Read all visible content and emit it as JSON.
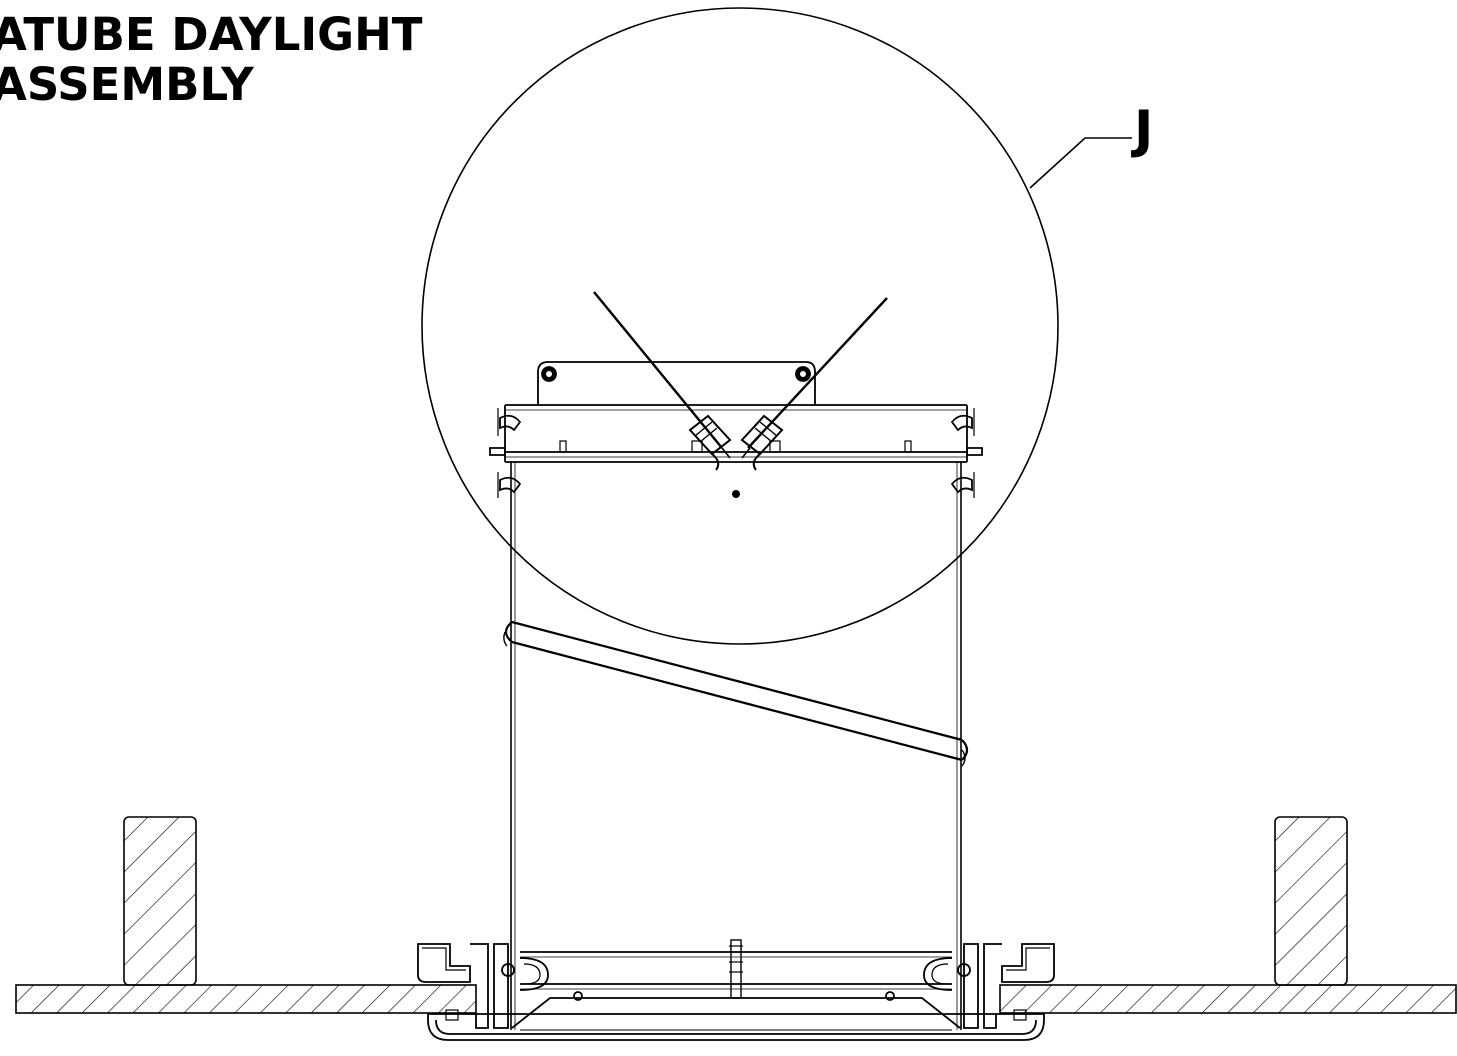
{
  "title": {
    "line1": "ATUBE DAYLIGHT",
    "line2": "ASSEMBLY"
  },
  "detail_callout": {
    "label": "J"
  }
}
